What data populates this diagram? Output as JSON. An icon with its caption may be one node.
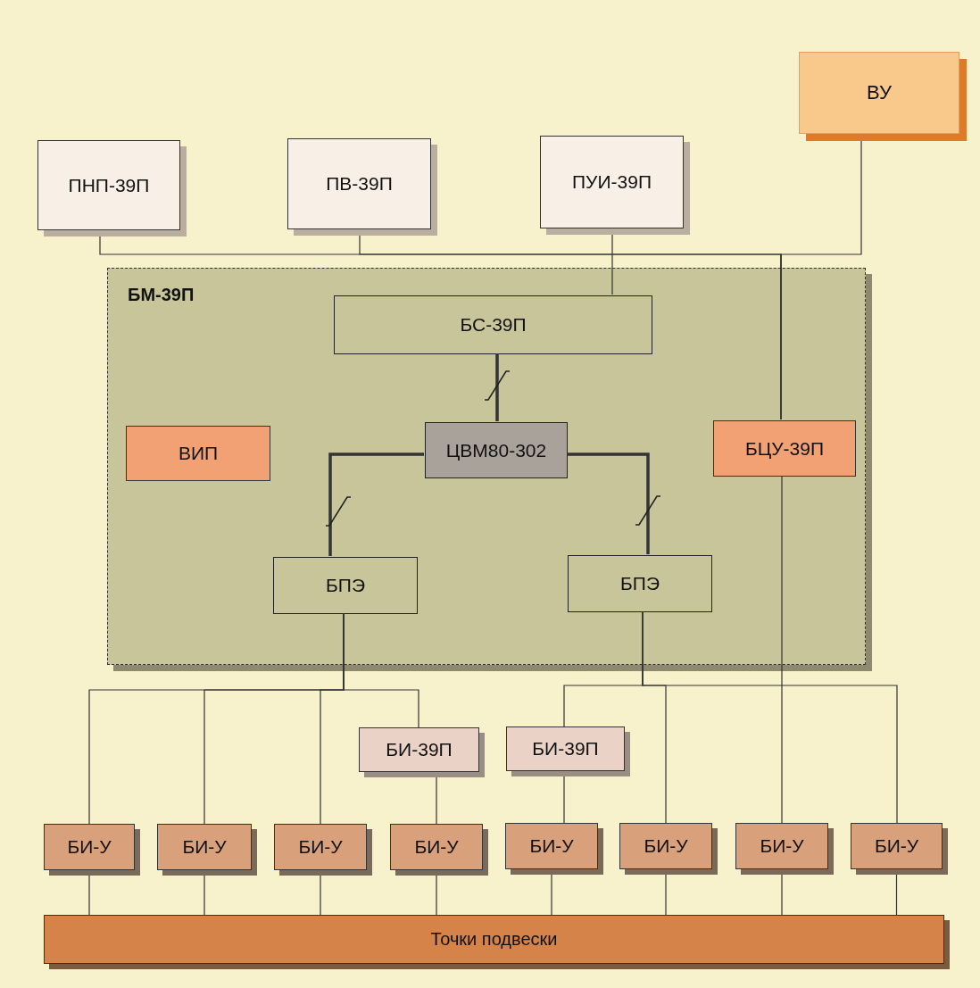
{
  "diagram": {
    "nodes": [
      {
        "text": [
          "ВУ"
        ]
      },
      {
        "text": [
          "ПНП-39П"
        ]
      },
      {
        "text": [
          "ПВ-39П"
        ]
      },
      {
        "text": [
          "ПУИ-39П"
        ]
      },
      {
        "text": [
          "БМ-39П"
        ]
      },
      {
        "text": [
          "БС-39П"
        ],
        "in": 4
      },
      {
        "text": [
          "ВИП"
        ],
        "in": 4
      },
      {
        "text": [
          "ЦВМ80-302"
        ],
        "in": 4
      },
      {
        "text": [
          "БЦУ-39П"
        ],
        "in": 4
      },
      {
        "text": [
          "БПЭ"
        ],
        "in": 4
      },
      {
        "text": [
          "БПЭ"
        ],
        "in": 4
      },
      {
        "text": [
          "БИ-39П"
        ]
      },
      {
        "text": [
          "БИ-39П"
        ]
      },
      {
        "text": [
          "БИ-У"
        ]
      },
      {
        "text": [
          "БИ-У"
        ]
      },
      {
        "text": [
          "БИ-У"
        ]
      },
      {
        "text": [
          "БИ-У"
        ]
      },
      {
        "text": [
          "БИ-У"
        ]
      },
      {
        "text": [
          "БИ-У"
        ]
      },
      {
        "text": [
          "БИ-У"
        ]
      },
      {
        "text": [
          "БИ-У"
        ]
      },
      {
        "text": [
          "Точки подвески"
        ]
      }
    ],
    "edges": [
      {
        "from": 1,
        "to": 8,
        "arrow": "none"
      },
      {
        "from": 2,
        "to": 8,
        "arrow": "none"
      },
      {
        "from": 0,
        "to": 8,
        "arrow": "none"
      },
      {
        "from": 3,
        "to": 5,
        "arrow": "none"
      },
      {
        "from": 5,
        "to": 7,
        "arrow": "none",
        "style": "thick"
      },
      {
        "from": 7,
        "to": 9,
        "arrow": "none",
        "style": "thick"
      },
      {
        "from": 7,
        "to": 10,
        "arrow": "none",
        "style": "thick"
      },
      {
        "from": 9,
        "to": 13,
        "arrow": "none"
      },
      {
        "from": 9,
        "to": 14,
        "arrow": "none"
      },
      {
        "from": 9,
        "to": 15,
        "arrow": "none"
      },
      {
        "from": 9,
        "to": 11,
        "arrow": "none"
      },
      {
        "from": 11,
        "to": 16,
        "arrow": "none"
      },
      {
        "from": 10,
        "to": 12,
        "arrow": "none"
      },
      {
        "from": 12,
        "to": 17,
        "arrow": "none"
      },
      {
        "from": 10,
        "to": 18,
        "arrow": "none"
      },
      {
        "from": 10,
        "to": 20,
        "arrow": "none"
      },
      {
        "from": 8,
        "to": 19,
        "arrow": "none"
      },
      {
        "from": 13,
        "to": 21,
        "arrow": "none"
      },
      {
        "from": 14,
        "to": 21,
        "arrow": "none"
      },
      {
        "from": 15,
        "to": 21,
        "arrow": "none"
      },
      {
        "from": 16,
        "to": 21,
        "arrow": "none"
      },
      {
        "from": 17,
        "to": 21,
        "arrow": "none"
      },
      {
        "from": 18,
        "to": 21,
        "arrow": "none"
      },
      {
        "from": 19,
        "to": 21,
        "arrow": "none"
      },
      {
        "from": 20,
        "to": 21,
        "arrow": "none"
      }
    ]
  }
}
